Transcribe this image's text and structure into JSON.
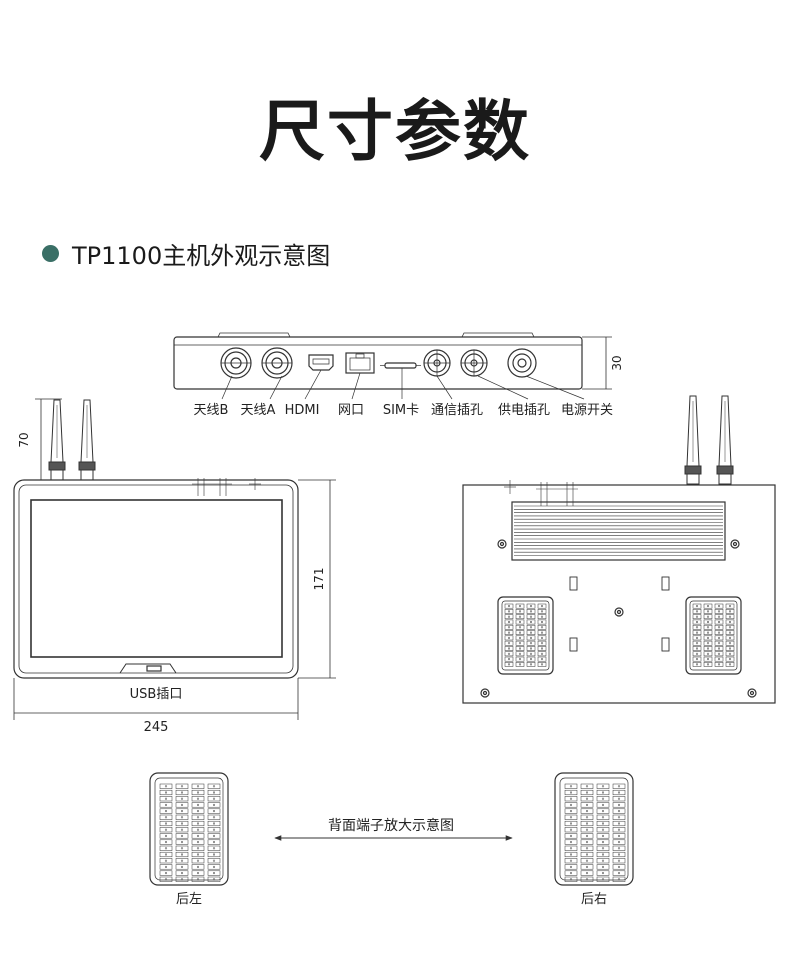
{
  "page_title": "尺寸参数",
  "section_title": "TP1100主机外观示意图",
  "side_view": {
    "height_dim": "30",
    "ports": [
      "天线B",
      "天线A",
      "HDMI",
      "网口",
      "SIM卡",
      "通信插孔",
      "供电插孔",
      "电源开关"
    ]
  },
  "front_view": {
    "antenna_dim": "70",
    "height_dim": "171",
    "width_dim": "245",
    "usb_label": "USB插口"
  },
  "terminal_zoom": {
    "caption": "背面端子放大示意图",
    "left_label": "后左",
    "right_label": "后右"
  },
  "colors": {
    "accent": "#3a6f66",
    "line": "#333333"
  }
}
